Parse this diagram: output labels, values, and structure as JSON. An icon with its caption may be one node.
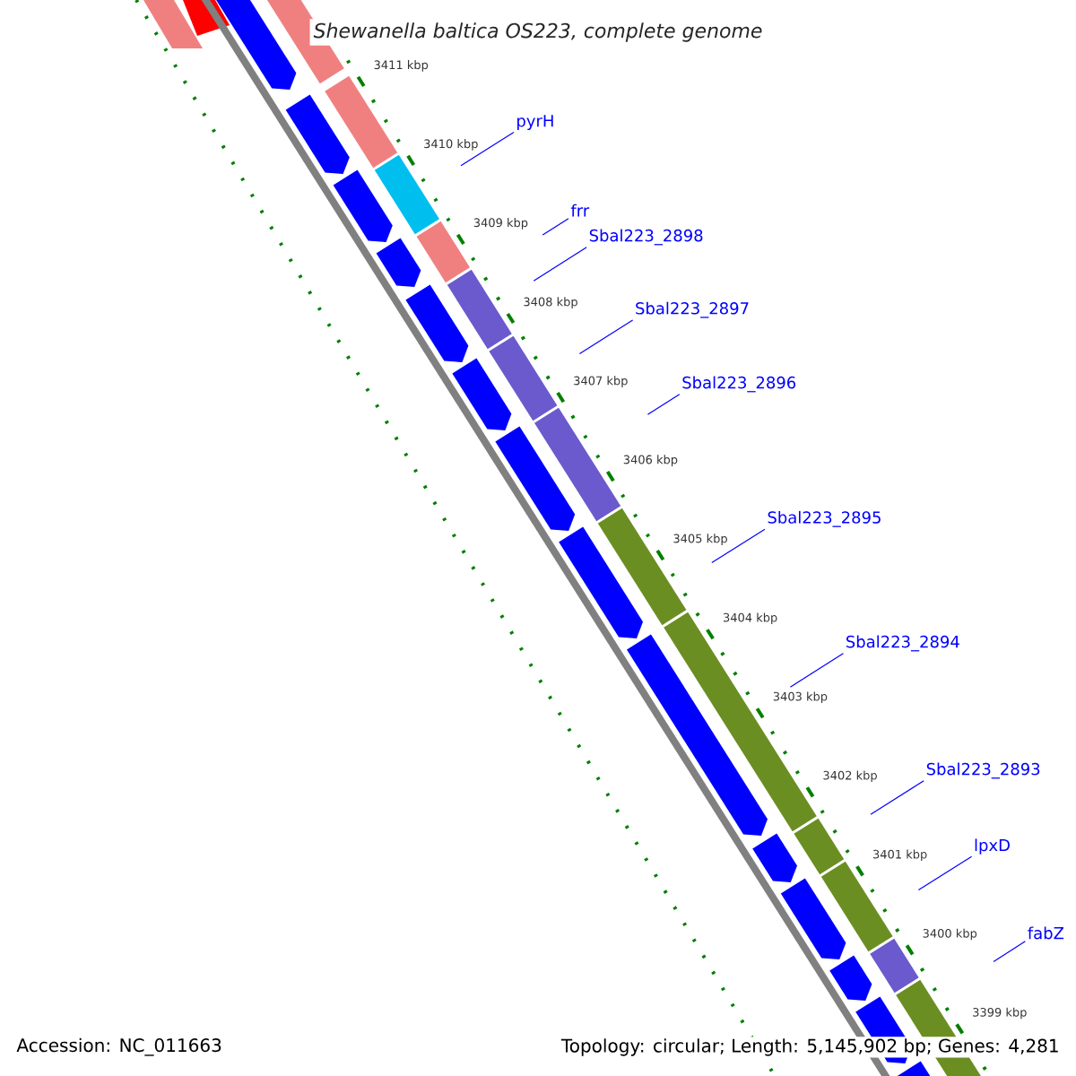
{
  "diagram": {
    "title": "Shewanella baltica OS223, complete genome",
    "nodes": [
      {
        "text": [
          "pyrH"
        ]
      },
      {
        "text": [
          "frr"
        ]
      },
      {
        "text": [
          "Sbal223_2898"
        ]
      },
      {
        "text": [
          "Sbal223_2897"
        ]
      },
      {
        "text": [
          "Sbal223_2896"
        ]
      },
      {
        "text": [
          "Sbal223_2895"
        ]
      },
      {
        "text": [
          "Sbal223_2894"
        ]
      },
      {
        "text": [
          "Sbal223_2893"
        ]
      },
      {
        "text": [
          "lpxD"
        ]
      },
      {
        "text": [
          "fabZ"
        ]
      }
    ],
    "edges": [
      {
        "from": 0,
        "to": null,
        "arrow": "none"
      },
      {
        "from": 1,
        "to": null,
        "arrow": "none"
      },
      {
        "from": 2,
        "to": null,
        "arrow": "none"
      },
      {
        "from": 3,
        "to": null,
        "arrow": "none"
      },
      {
        "from": 4,
        "to": null,
        "arrow": "none"
      },
      {
        "from": 5,
        "to": null,
        "arrow": "none"
      },
      {
        "from": 6,
        "to": null,
        "arrow": "none"
      },
      {
        "from": 7,
        "to": null,
        "arrow": "none"
      },
      {
        "from": 8,
        "to": null,
        "arrow": "none"
      },
      {
        "from": 9,
        "to": null,
        "arrow": "none"
      }
    ],
    "labels": [
      "3411 kbp",
      "3410 kbp",
      "3409 kbp",
      "3408 kbp",
      "3407 kbp",
      "3406 kbp",
      "3405 kbp",
      "3404 kbp",
      "3403 kbp",
      "3402 kbp",
      "3401 kbp",
      "3400 kbp",
      "3399 kbp",
      "Accession: NC_011663",
      "Topology: circular; Length: 5,145,902 bp; Genes: 4,281"
    ]
  }
}
